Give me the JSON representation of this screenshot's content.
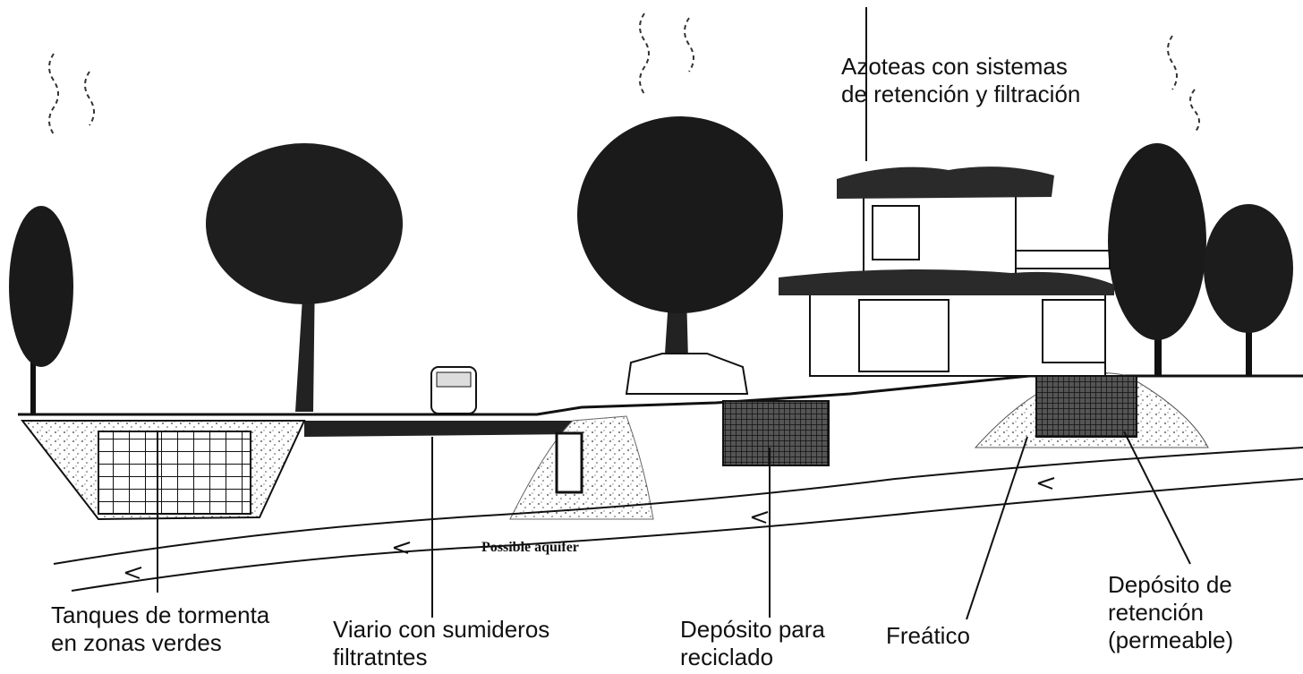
{
  "labels": {
    "roof": {
      "line1": "Azoteas con sistemas",
      "line2": "de retención y filtración"
    },
    "storm_tanks": {
      "line1": "Tanques de tormenta",
      "line2": "en zonas verdes"
    },
    "road": {
      "line1": "Viario con sumideros",
      "line2": "filtratntes"
    },
    "recycling": {
      "line1": "Depósito para",
      "line2": "reciclado"
    },
    "phreatic": {
      "line1": "Freático"
    },
    "retention": {
      "line1": "Depósito de",
      "line2": "retención",
      "line3": "(permeable)"
    },
    "aquifer": "Possible aquifer"
  }
}
